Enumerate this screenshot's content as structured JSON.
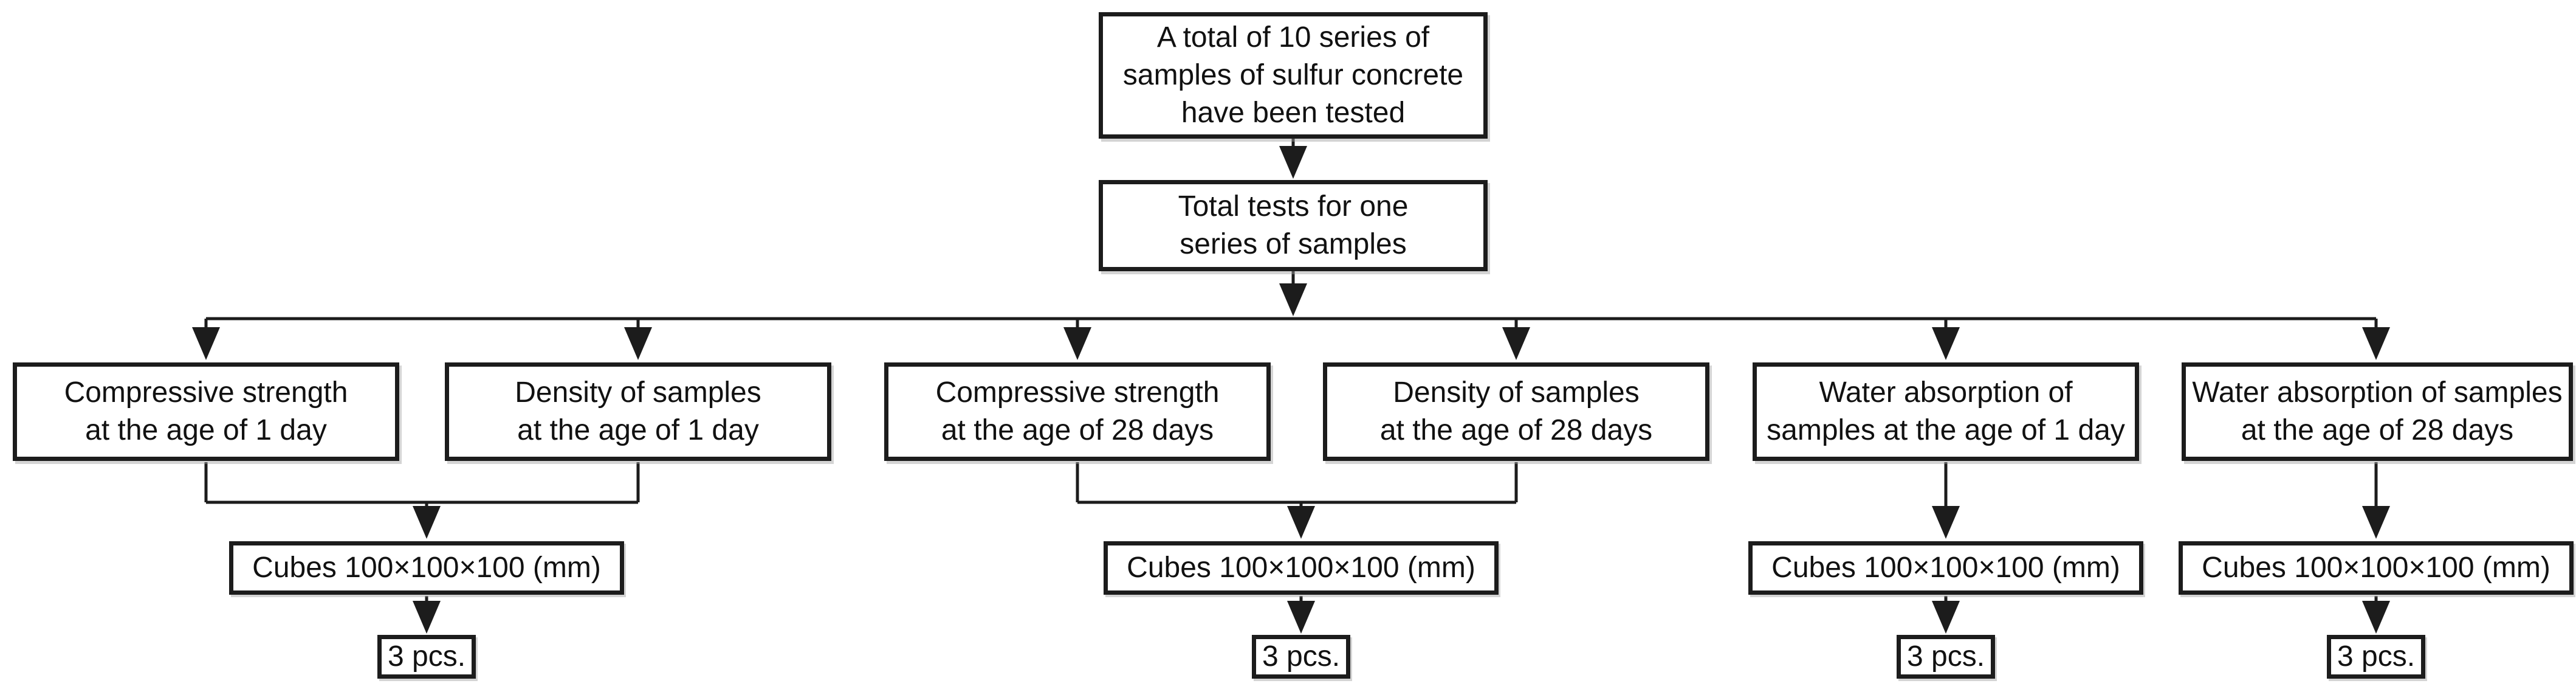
{
  "colors": {
    "line": "#1c1c1c",
    "text": "#111111",
    "box_background": "#ffffff",
    "page_background": "#ffffff"
  },
  "nodes": {
    "root": {
      "lines": [
        "A total of 10 series of",
        "samples of sulfur concrete",
        "have been tested"
      ]
    },
    "total": {
      "lines": [
        "Total tests for one",
        "series of samples"
      ]
    },
    "tests": [
      {
        "lines": [
          "Compressive strength",
          "at the age of 1 day"
        ]
      },
      {
        "lines": [
          "Density of samples",
          "at the age of 1 day"
        ]
      },
      {
        "lines": [
          "Compressive strength",
          "at the age of 28 days"
        ]
      },
      {
        "lines": [
          "Density of samples",
          "at the age of 28 days"
        ]
      },
      {
        "lines": [
          "Water absorption of",
          "samples at the age of 1 day"
        ]
      },
      {
        "lines": [
          "Water absorption of samples",
          "at the age of 28 days"
        ]
      }
    ],
    "cubes": [
      {
        "label": "Cubes 100×100×100 (mm)"
      },
      {
        "label": "Cubes 100×100×100 (mm)"
      },
      {
        "label": "Cubes 100×100×100 (mm)"
      },
      {
        "label": "Cubes 100×100×100 (mm)"
      }
    ],
    "pcs": [
      {
        "label": "3 pcs."
      },
      {
        "label": "3 pcs."
      },
      {
        "label": "3 pcs."
      },
      {
        "label": "3 pcs."
      }
    ]
  }
}
